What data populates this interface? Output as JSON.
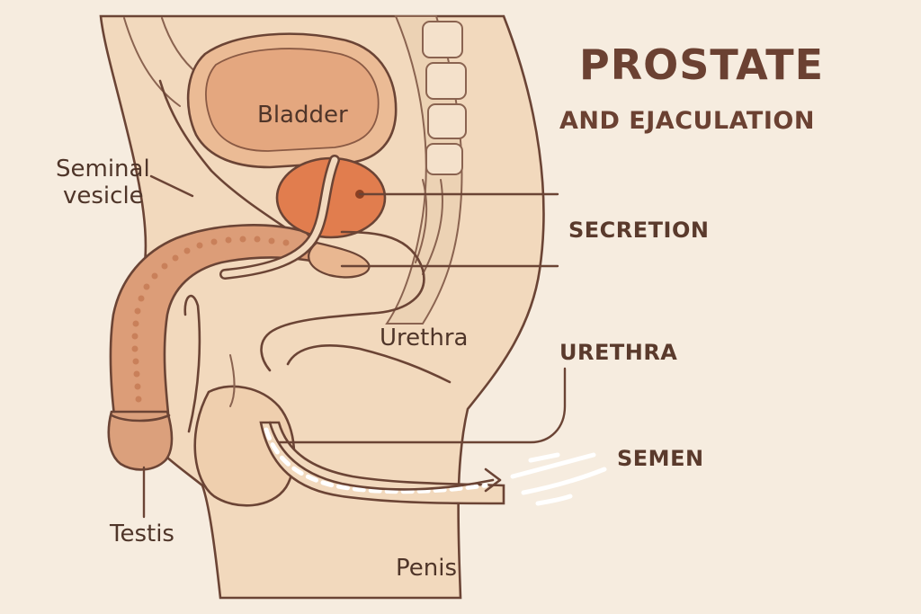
{
  "title": {
    "main": "PROSTATE",
    "sub": "AND EJACULATION"
  },
  "labels": {
    "bladder": "Bladder",
    "seminal_vesicle_line1": "Seminal",
    "seminal_vesicle_line2": "vesicle",
    "secretion": "SECRETION",
    "urethra_inner": "Urethra",
    "urethra_outer": "URETHRA",
    "semen": "SEMEN",
    "testis": "Testis",
    "penis": "Penis"
  },
  "colors": {
    "background": "#f6ecdf",
    "skin": "#f2d9bd",
    "skin_shadow": "#e8c6a3",
    "bladder": "#e4a77f",
    "prostate": "#e17d4e",
    "penile_shaft": "#dc9d78",
    "outline": "#6b4435",
    "semen": "#ffffff"
  }
}
